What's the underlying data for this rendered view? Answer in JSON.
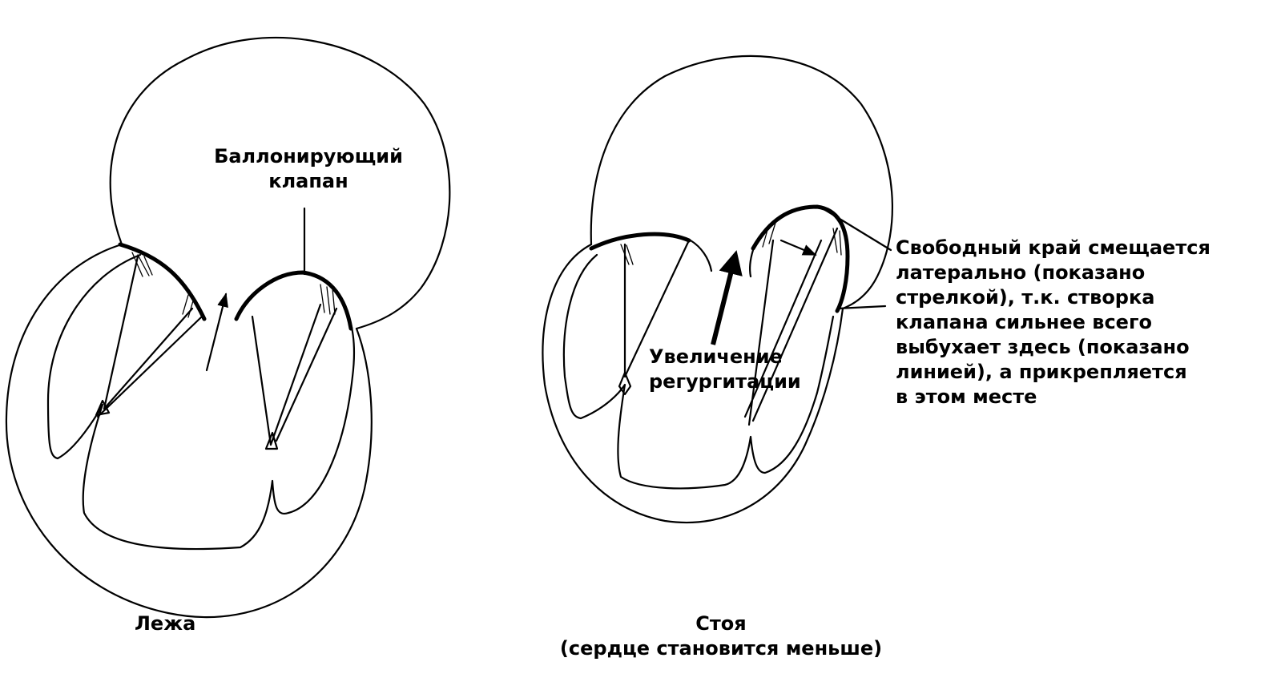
{
  "labels": {
    "ballooning_valve": [
      "Баллонирующий",
      "клапан"
    ],
    "lying": "Лежа",
    "standing": "Стоя",
    "standing_note": "(сердце становится меньше)",
    "regurgitation": [
      "Увеличение",
      "регургитации"
    ],
    "free_edge": [
      "Свободный край смещается",
      "латерально (показано",
      "стрелкой), т.к. створка",
      "клапана сильнее всего",
      "выбухает здесь (показано",
      "линией), а прикрепляется",
      "в этом месте"
    ]
  },
  "colors": {
    "ink": "#000000",
    "background": "#ffffff"
  }
}
